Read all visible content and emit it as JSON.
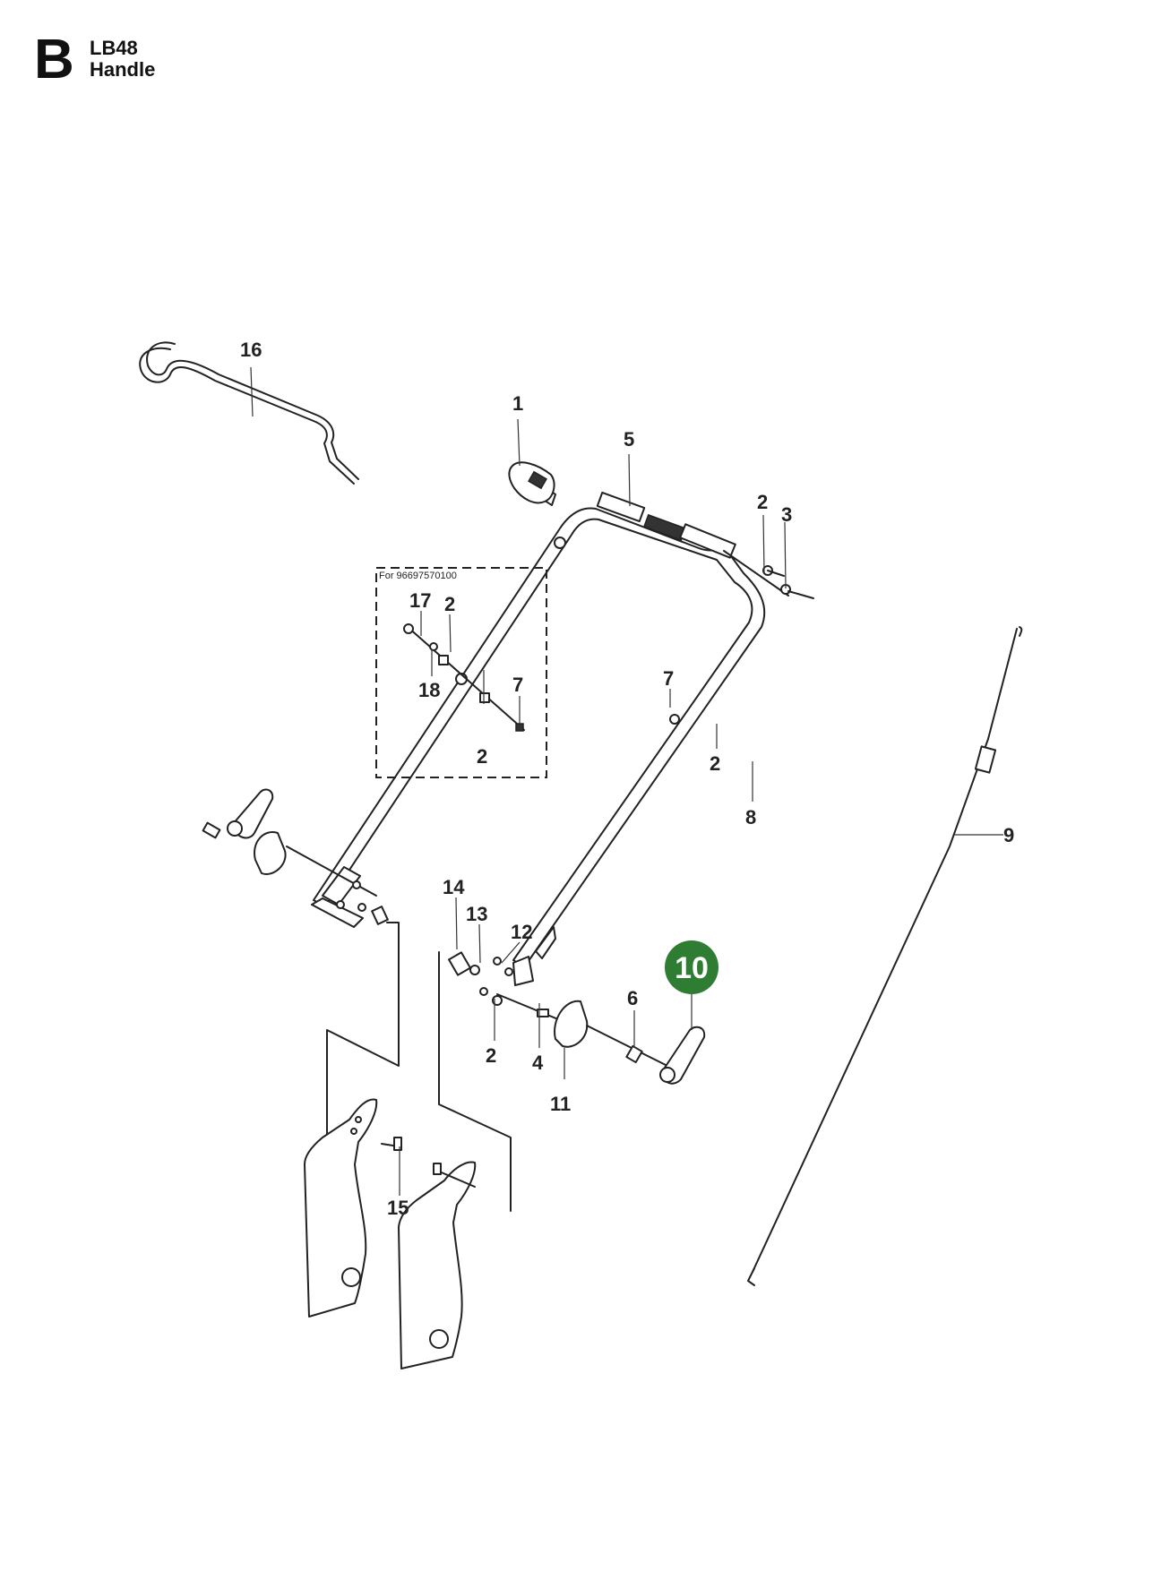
{
  "header": {
    "section": "B",
    "model": "LB48",
    "subtitle": "Handle"
  },
  "note": "For 96697570100",
  "colors": {
    "highlight": "#2e7d32",
    "line": "#222222"
  },
  "highlighted_callout": "10",
  "callouts": {
    "c1": "1",
    "c2a": "2",
    "c2b": "2",
    "c2c": "2",
    "c2d": "2",
    "c2e": "2",
    "c3": "3",
    "c4": "4",
    "c5": "5",
    "c6": "6",
    "c7a": "7",
    "c7b": "7",
    "c8": "8",
    "c9": "9",
    "c11": "11",
    "c12": "12",
    "c13": "13",
    "c14": "14",
    "c15": "15",
    "c16": "16",
    "c17": "17",
    "c18": "18"
  }
}
